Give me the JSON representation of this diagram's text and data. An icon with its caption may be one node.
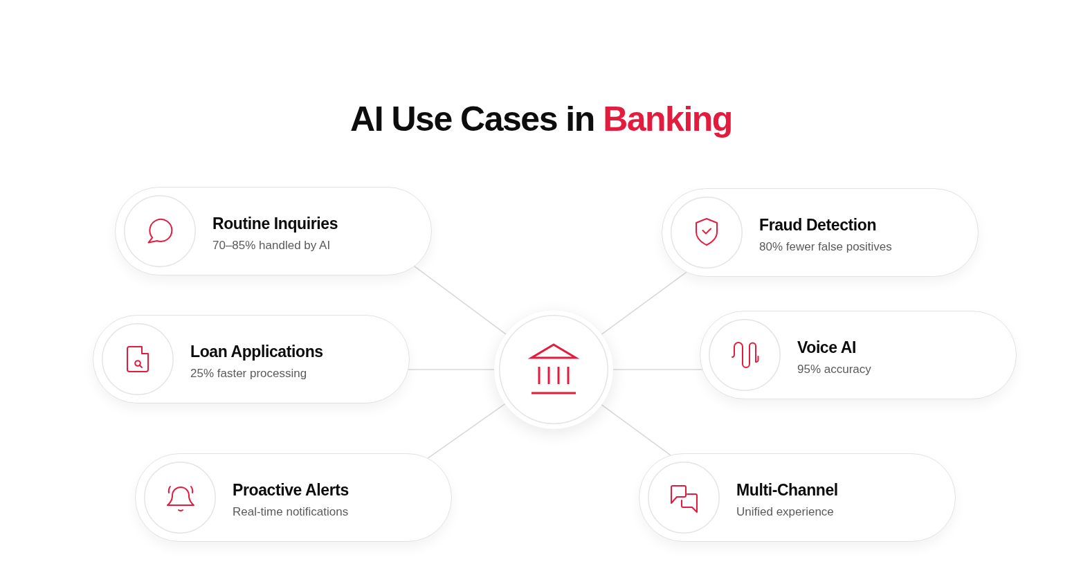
{
  "diagram": {
    "title": "AI Use Cases in **Banking**",
    "nodes": [
      {
        "text": [],
        "shape": "circle"
      },
      {
        "text": [
          "Routine Inquiries",
          "70–85% handled by AI"
        ]
      },
      {
        "text": [
          "Fraud Detection",
          "80% fewer false positives"
        ]
      },
      {
        "text": [
          "Loan Applications",
          "25% faster processing"
        ]
      },
      {
        "text": [
          "Voice AI",
          "95% accuracy"
        ]
      },
      {
        "text": [
          "Proactive Alerts",
          "Real-time notifications"
        ]
      },
      {
        "text": [
          "Multi-Channel",
          "Unified experience"
        ]
      }
    ],
    "edges": [
      {
        "from": 0,
        "to": 1,
        "arrow": "none"
      },
      {
        "from": 0,
        "to": 2,
        "arrow": "none"
      },
      {
        "from": 0,
        "to": 3,
        "arrow": "none"
      },
      {
        "from": 0,
        "to": 4,
        "arrow": "none"
      },
      {
        "from": 0,
        "to": 5,
        "arrow": "none"
      },
      {
        "from": 0,
        "to": 6,
        "arrow": "none"
      }
    ]
  }
}
